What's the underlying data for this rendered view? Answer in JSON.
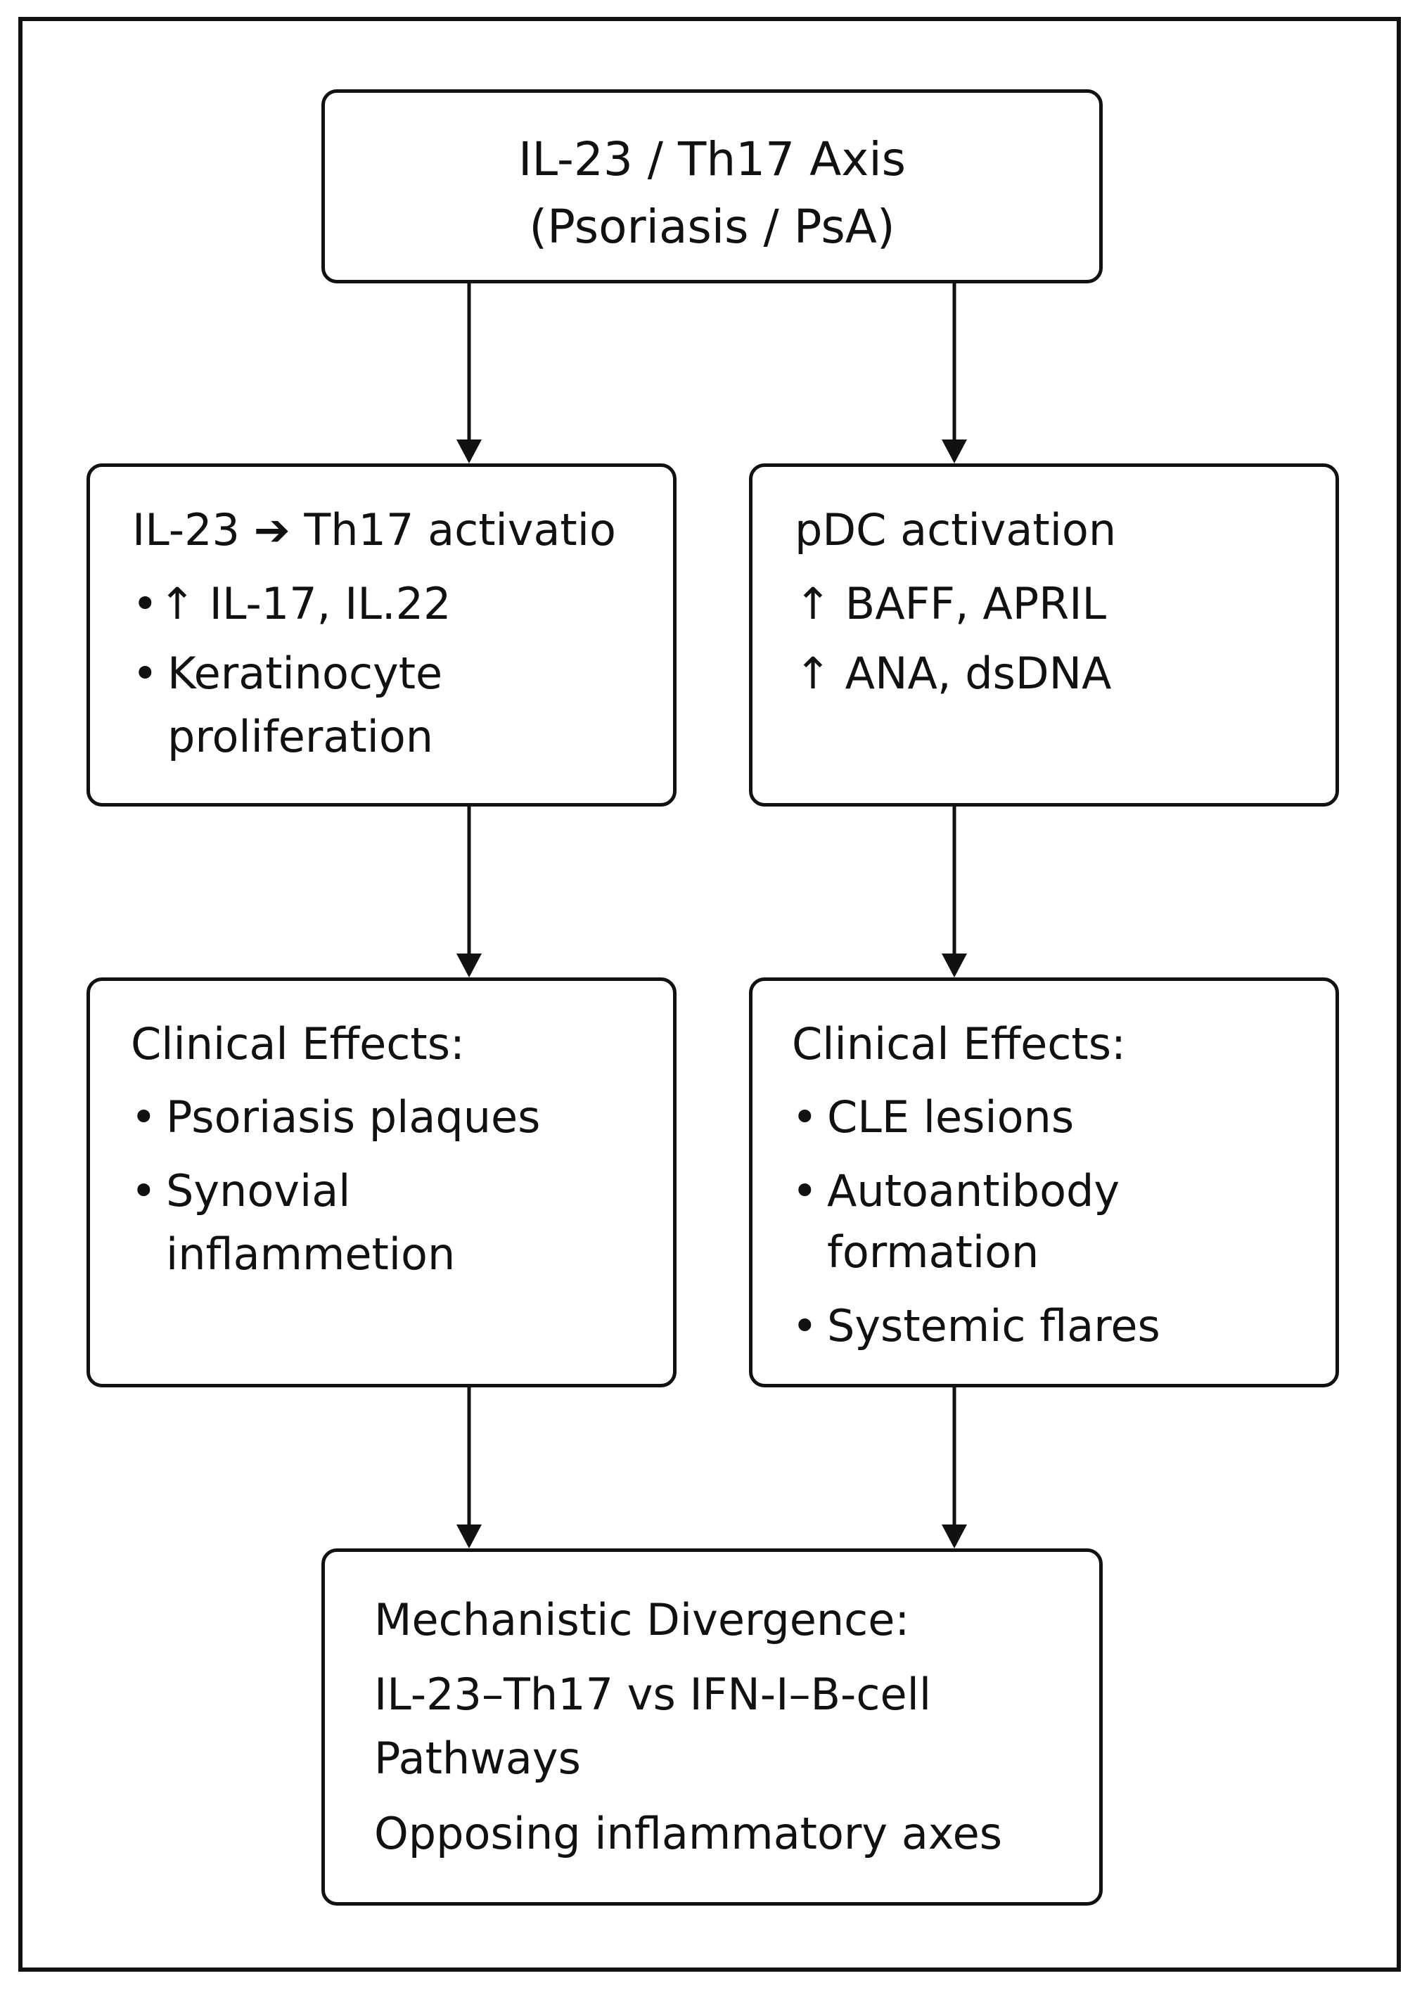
{
  "top": {
    "line1": "IL-23 / Th17 Axis",
    "line2": "(Psoriasis / PsA)"
  },
  "left_mid": {
    "title": "IL-23 ➔ Th17 activatio",
    "bullet_symbol": "•",
    "item1": "↑ IL-17, IL.22",
    "item2_line1": "Keratinocyte",
    "item2_line2": "proliferation"
  },
  "right_mid": {
    "title": "pDC activation",
    "item1": "↑ BAFF, APRIL",
    "item2": "↑ ANA, dsDNA"
  },
  "left_clin": {
    "title": "Clinical Effects:",
    "bullet_symbol": "•",
    "item1": "Psoriasis plaques",
    "item2_line1": "Synovial",
    "item2_line2": "inflammetion"
  },
  "right_clin": {
    "title": "Clinical Effects:",
    "bullet_symbol": "•",
    "item1": "CLE lesions",
    "item2_line1": "Autoantibody",
    "item2_line2": "formation",
    "item3": "Systemic flares"
  },
  "bottom": {
    "line1": "Mechanistic Divergence:",
    "line2": "IL-23–Th17 vs IFN-I–B-cell",
    "line3": "Pathways",
    "line4": "Opposing inflammatory axes"
  }
}
